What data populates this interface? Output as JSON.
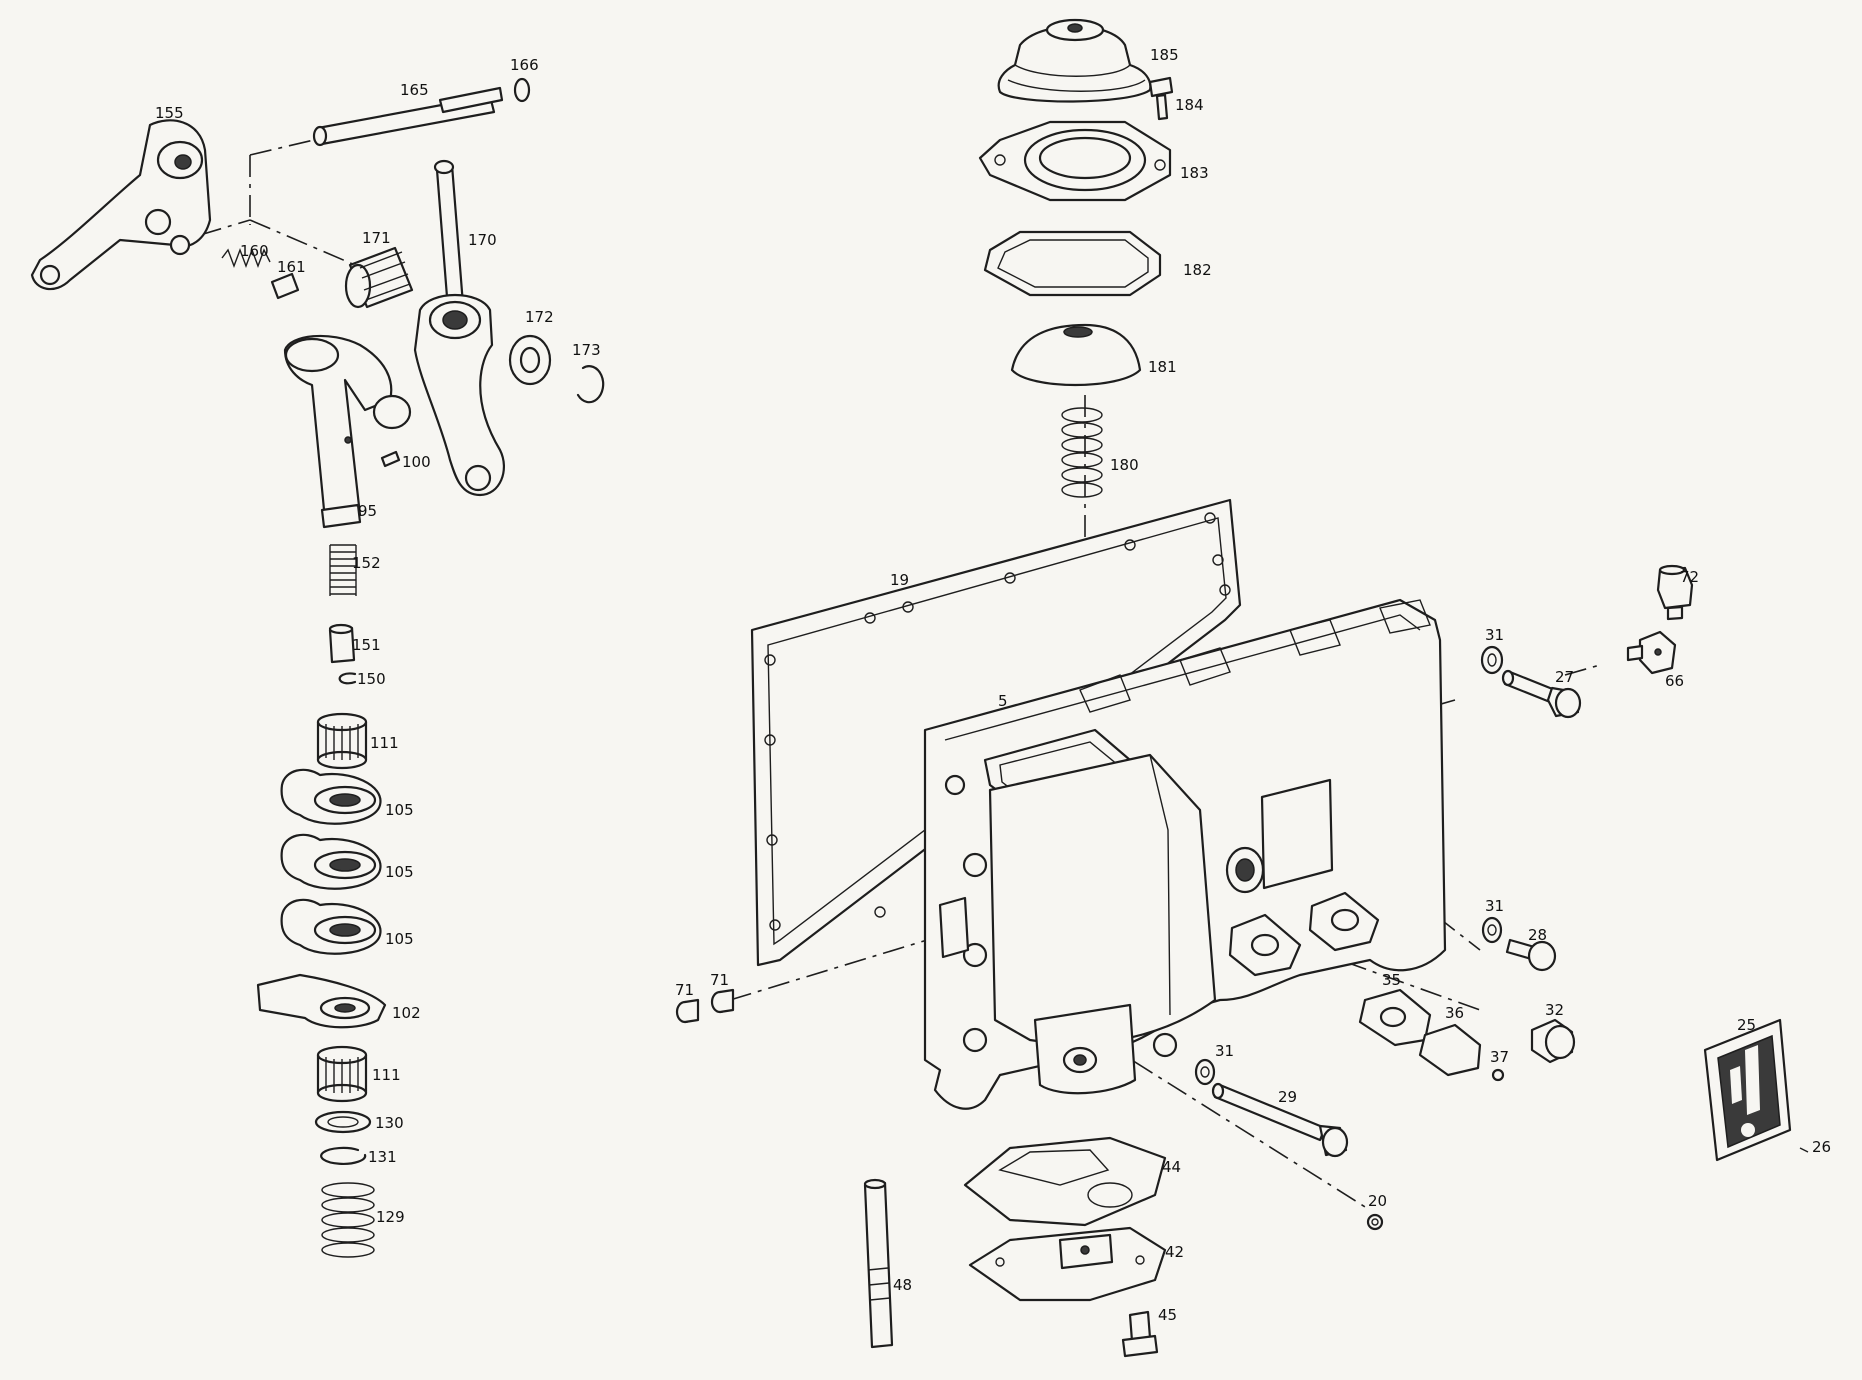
{
  "labels": {
    "p166": "166",
    "p165": "165",
    "p155": "155",
    "p170": "170",
    "p171": "171",
    "p160": "160",
    "p161": "161",
    "p172": "172",
    "p173": "173",
    "p100": "100",
    "p95": "95",
    "p152": "152",
    "p151": "151",
    "p150": "150",
    "p111a": "111",
    "p105a": "105",
    "p105b": "105",
    "p105c": "105",
    "p102": "102",
    "p111b": "111",
    "p130": "130",
    "p131": "131",
    "p129": "129",
    "p185": "185",
    "p184": "184",
    "p183": "183",
    "p182": "182",
    "p181": "181",
    "p180": "180",
    "p19": "19",
    "p5": "5",
    "p71a": "71",
    "p71b": "71",
    "p31a": "31",
    "p27": "27",
    "p72": "72",
    "p66": "66",
    "p31b": "31",
    "p28": "28",
    "p35": "35",
    "p36": "36",
    "p32": "32",
    "p37": "37",
    "p31c": "31",
    "p29": "29",
    "p20": "20",
    "p44": "44",
    "p42": "42",
    "p48": "48",
    "p45": "45",
    "p25": "25",
    "p26": "26"
  }
}
